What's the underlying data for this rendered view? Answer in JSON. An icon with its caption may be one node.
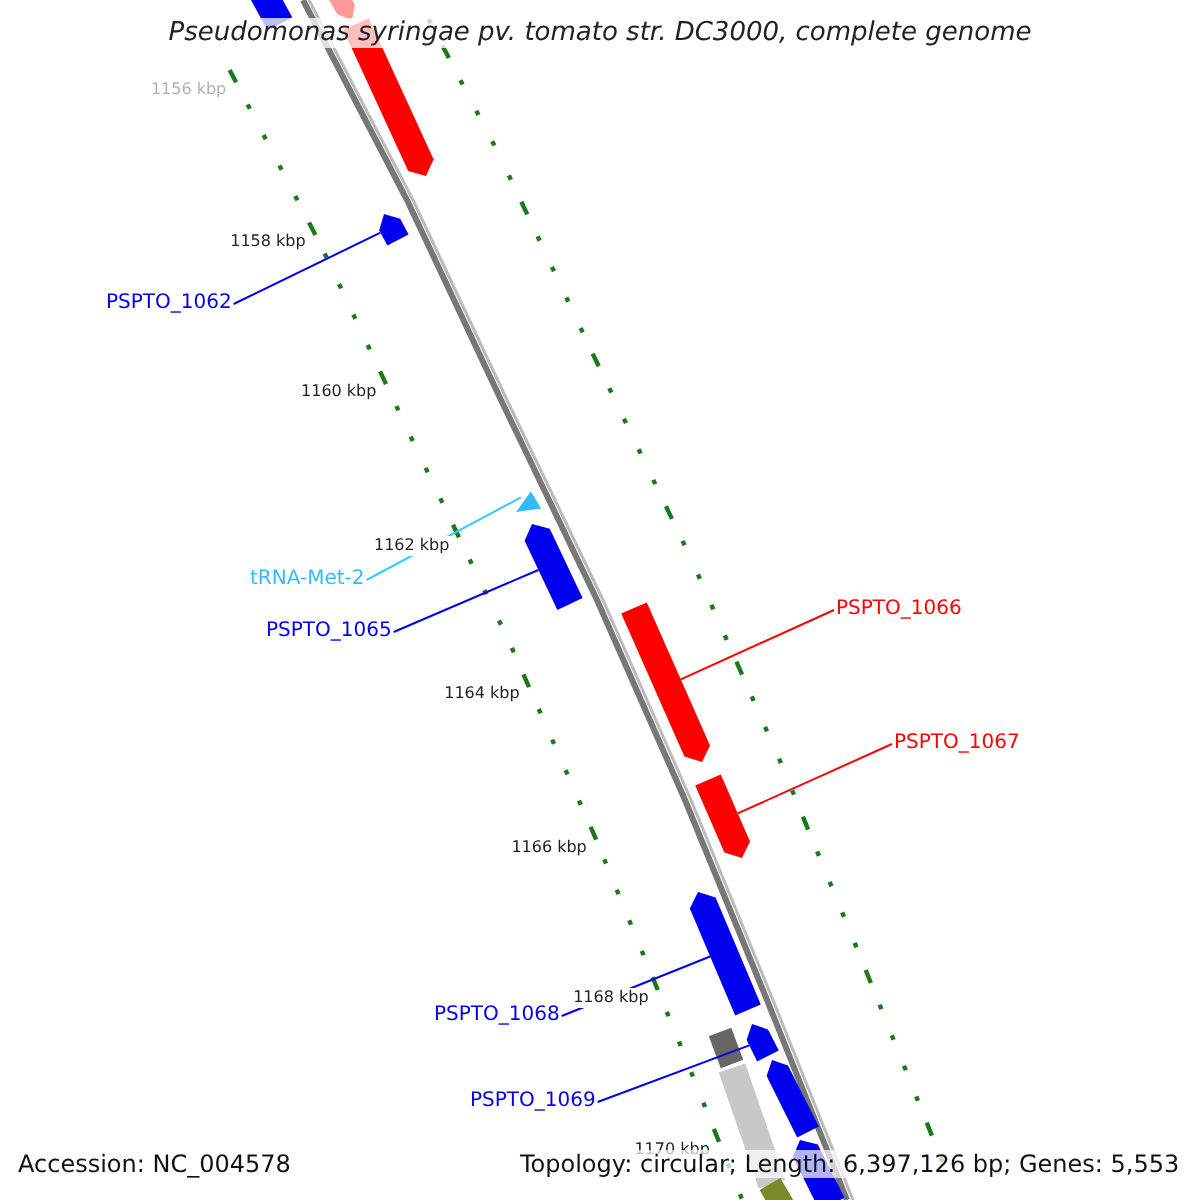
{
  "diagram": {
    "title": "Pseudomonas syringae pv. tomato str. DC3000, complete genome",
    "nodes": [
      {
        "text": [
          "PSPTO_1062"
        ]
      },
      {
        "text": [
          "tRNA-Met-2"
        ]
      },
      {
        "text": [
          "PSPTO_1065"
        ]
      },
      {
        "text": [
          "PSPTO_1066"
        ]
      },
      {
        "text": [
          "PSPTO_1067"
        ]
      },
      {
        "text": [
          "PSPTO_1068"
        ]
      },
      {
        "text": [
          "PSPTO_1069"
        ]
      },
      {
        "text": [],
        "shape": "bar"
      },
      {
        "text": [],
        "shape": "bar"
      },
      {
        "text": [],
        "shape": "bar"
      },
      {
        "text": [],
        "shape": "bar"
      },
      {
        "text": [],
        "shape": "bar"
      },
      {
        "text": [],
        "shape": "bar"
      },
      {
        "text": [],
        "shape": "bar"
      },
      {
        "text": [],
        "shape": "bar"
      },
      {
        "text": [],
        "shape": "bar"
      },
      {
        "text": [],
        "shape": "bar"
      },
      {
        "text": [],
        "shape": "bar"
      },
      {
        "text": [],
        "shape": "bar"
      },
      {
        "text": [],
        "shape": "bar"
      },
      {
        "text": [],
        "shape": "bar"
      },
      {
        "text": [],
        "shape": "bar"
      }
    ],
    "edges": [
      {
        "from": 0,
        "to": 7,
        "arrow": "none"
      },
      {
        "from": 1,
        "to": 8,
        "arrow": "none",
        "color": "#33ccff"
      },
      {
        "from": 2,
        "to": 9,
        "arrow": "none"
      },
      {
        "from": 3,
        "to": 10,
        "arrow": "none",
        "color": "#ff0000"
      },
      {
        "from": 4,
        "to": 11,
        "arrow": "none",
        "color": "#ff0000"
      },
      {
        "from": 5,
        "to": 12,
        "arrow": "none"
      },
      {
        "from": 6,
        "to": 13,
        "arrow": "none"
      }
    ],
    "labels": [
      "1156 kbp",
      "1158 kbp",
      "1160 kbp",
      "1162 kbp",
      "1164 kbp",
      "1166 kbp",
      "1168 kbp",
      "1170 kbp",
      "Accession: NC_004578",
      "Topology: circular; Length: 6,397,126 bp; Genes: 5,553"
    ]
  }
}
